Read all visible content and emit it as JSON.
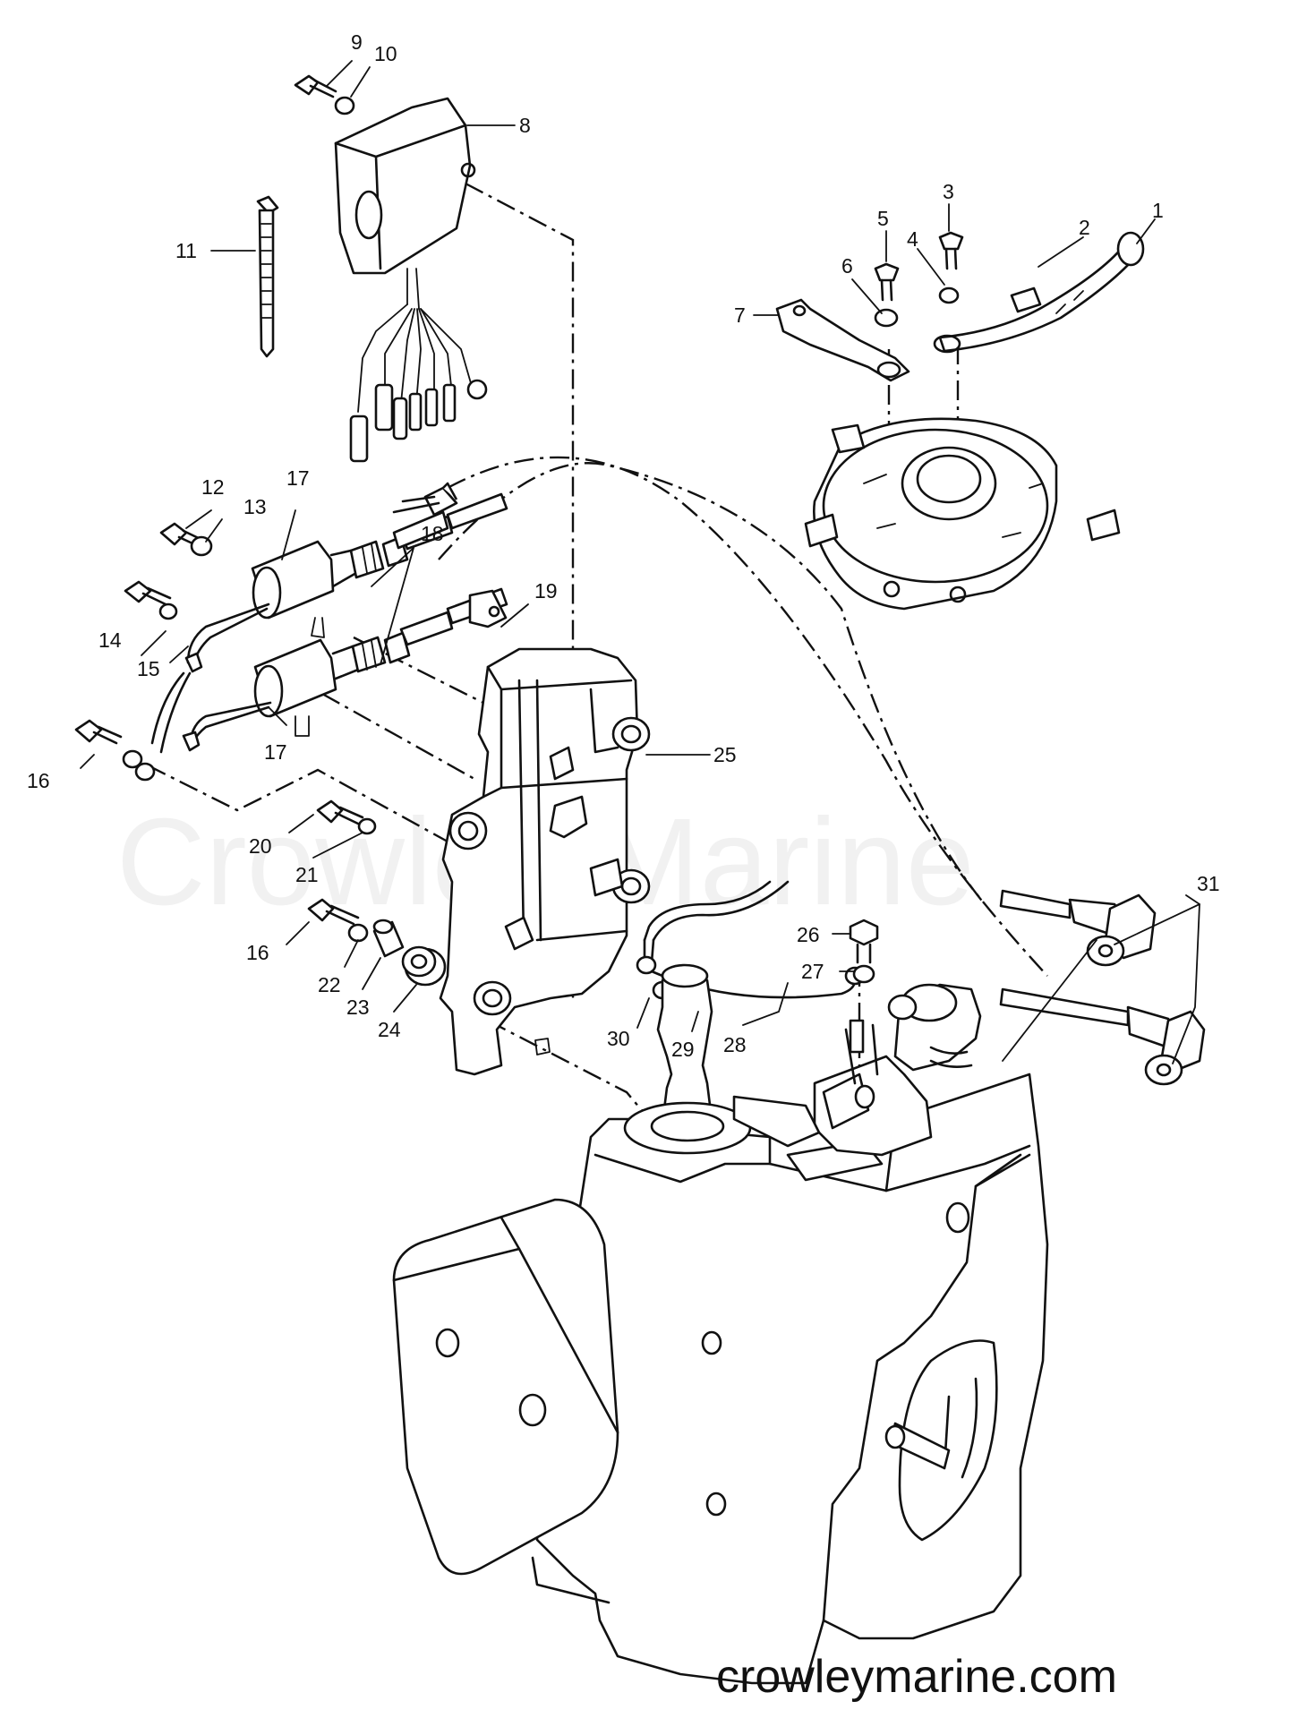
{
  "watermark": "Crowley Marine",
  "footer_url": "crowleymarine.com",
  "callouts": [
    {
      "id": "callout-1",
      "text": "1"
    },
    {
      "id": "callout-2",
      "text": "2"
    },
    {
      "id": "callout-3",
      "text": "3"
    },
    {
      "id": "callout-4",
      "text": "4"
    },
    {
      "id": "callout-5",
      "text": "5"
    },
    {
      "id": "callout-6",
      "text": "6"
    },
    {
      "id": "callout-7",
      "text": "7"
    },
    {
      "id": "callout-8",
      "text": "8"
    },
    {
      "id": "callout-9",
      "text": "9"
    },
    {
      "id": "callout-10",
      "text": "10"
    },
    {
      "id": "callout-11",
      "text": "11"
    },
    {
      "id": "callout-12",
      "text": "12"
    },
    {
      "id": "callout-13",
      "text": "13"
    },
    {
      "id": "callout-14",
      "text": "14"
    },
    {
      "id": "callout-15",
      "text": "15"
    },
    {
      "id": "callout-16a",
      "text": "16"
    },
    {
      "id": "callout-16b",
      "text": "16"
    },
    {
      "id": "callout-17a",
      "text": "17"
    },
    {
      "id": "callout-17b",
      "text": "17"
    },
    {
      "id": "callout-18",
      "text": "18"
    },
    {
      "id": "callout-19",
      "text": "19"
    },
    {
      "id": "callout-20",
      "text": "20"
    },
    {
      "id": "callout-21",
      "text": "21"
    },
    {
      "id": "callout-22",
      "text": "22"
    },
    {
      "id": "callout-23",
      "text": "23"
    },
    {
      "id": "callout-24",
      "text": "24"
    },
    {
      "id": "callout-25",
      "text": "25"
    },
    {
      "id": "callout-26",
      "text": "26"
    },
    {
      "id": "callout-27",
      "text": "27"
    },
    {
      "id": "callout-28",
      "text": "28"
    },
    {
      "id": "callout-29",
      "text": "29"
    },
    {
      "id": "callout-30",
      "text": "30"
    },
    {
      "id": "callout-31",
      "text": "31"
    }
  ]
}
